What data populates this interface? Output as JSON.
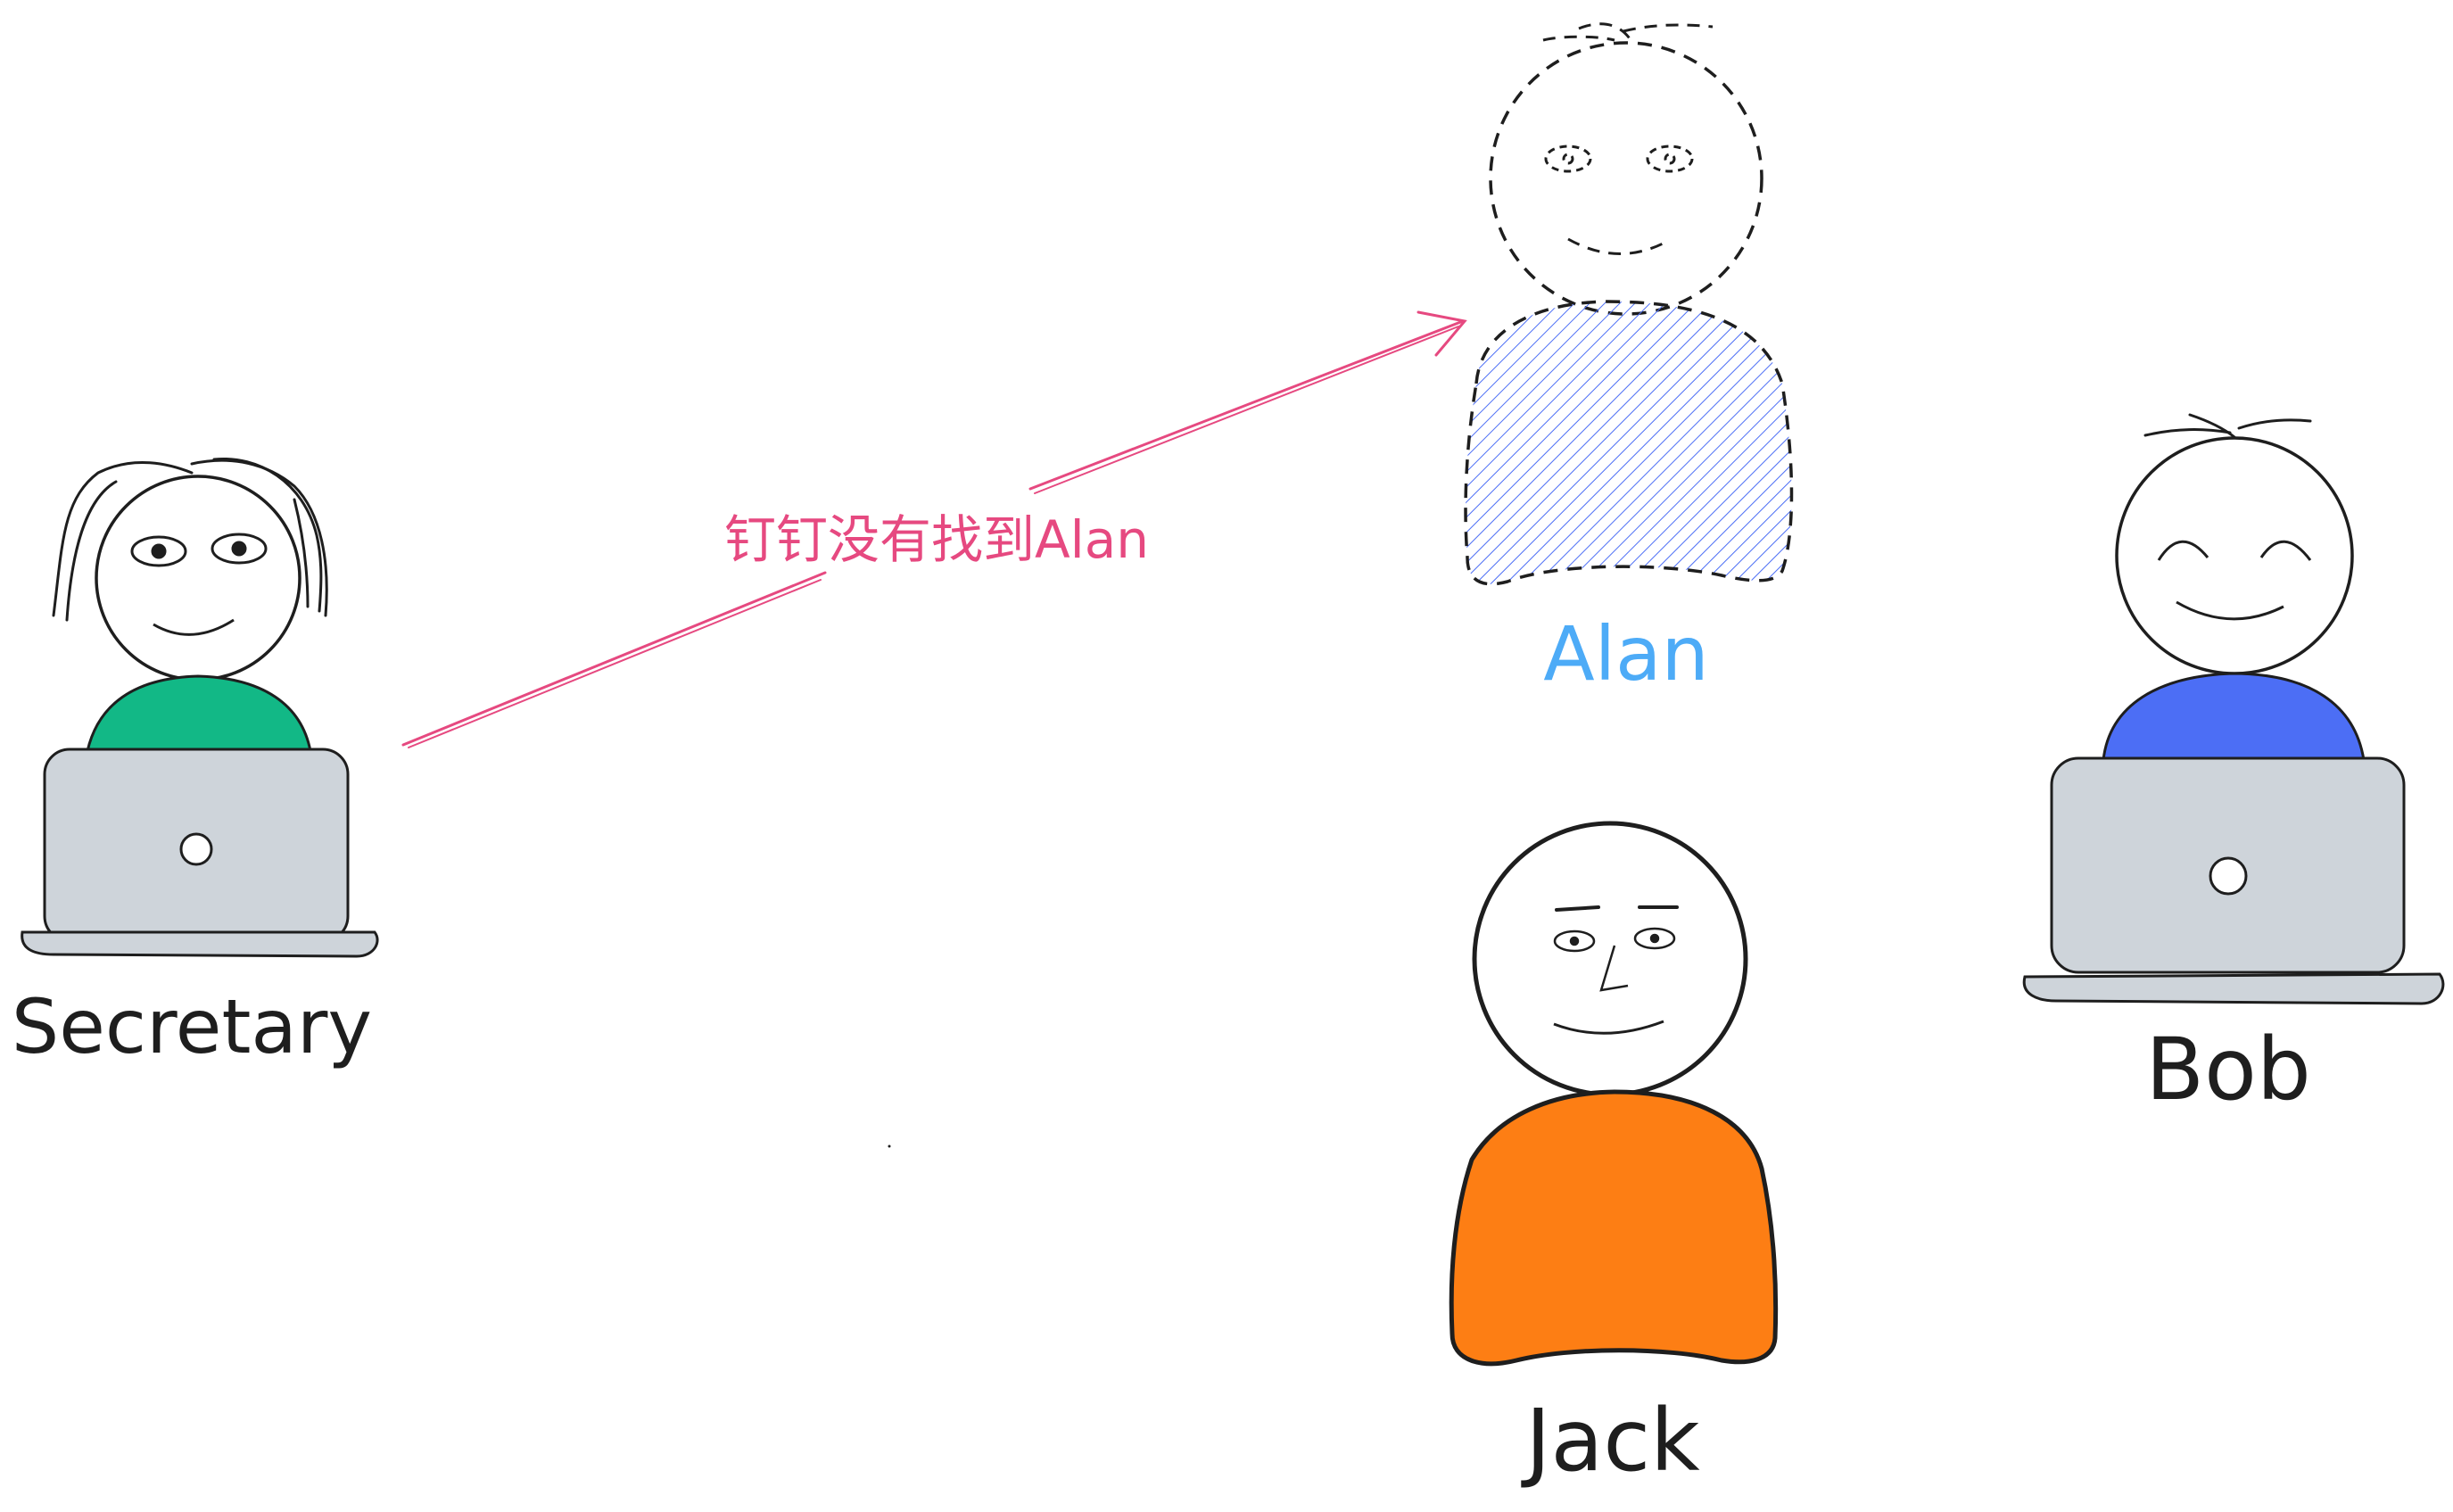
{
  "people": {
    "secretary": {
      "label": "Secretary",
      "shirt_color": "#12b886",
      "label_color": "#1e1e1e",
      "has_laptop": true
    },
    "alan": {
      "label": "Alan",
      "label_color": "#4dabf7",
      "body_hatch_color": "#4c6ef5",
      "outline": "dashed",
      "has_laptop": false
    },
    "jack": {
      "label": "Jack",
      "shirt_color": "#fd7e14",
      "label_color": "#1e1e1e",
      "has_laptop": false
    },
    "bob": {
      "label": "Bob",
      "shirt_color": "#4c6ef5",
      "label_color": "#1e1e1e",
      "has_laptop": true
    }
  },
  "message": {
    "label": "钉钉没有找到Alan",
    "color": "#e64980",
    "from": "secretary",
    "to": "alan"
  },
  "laptop_color": "#ced4da"
}
